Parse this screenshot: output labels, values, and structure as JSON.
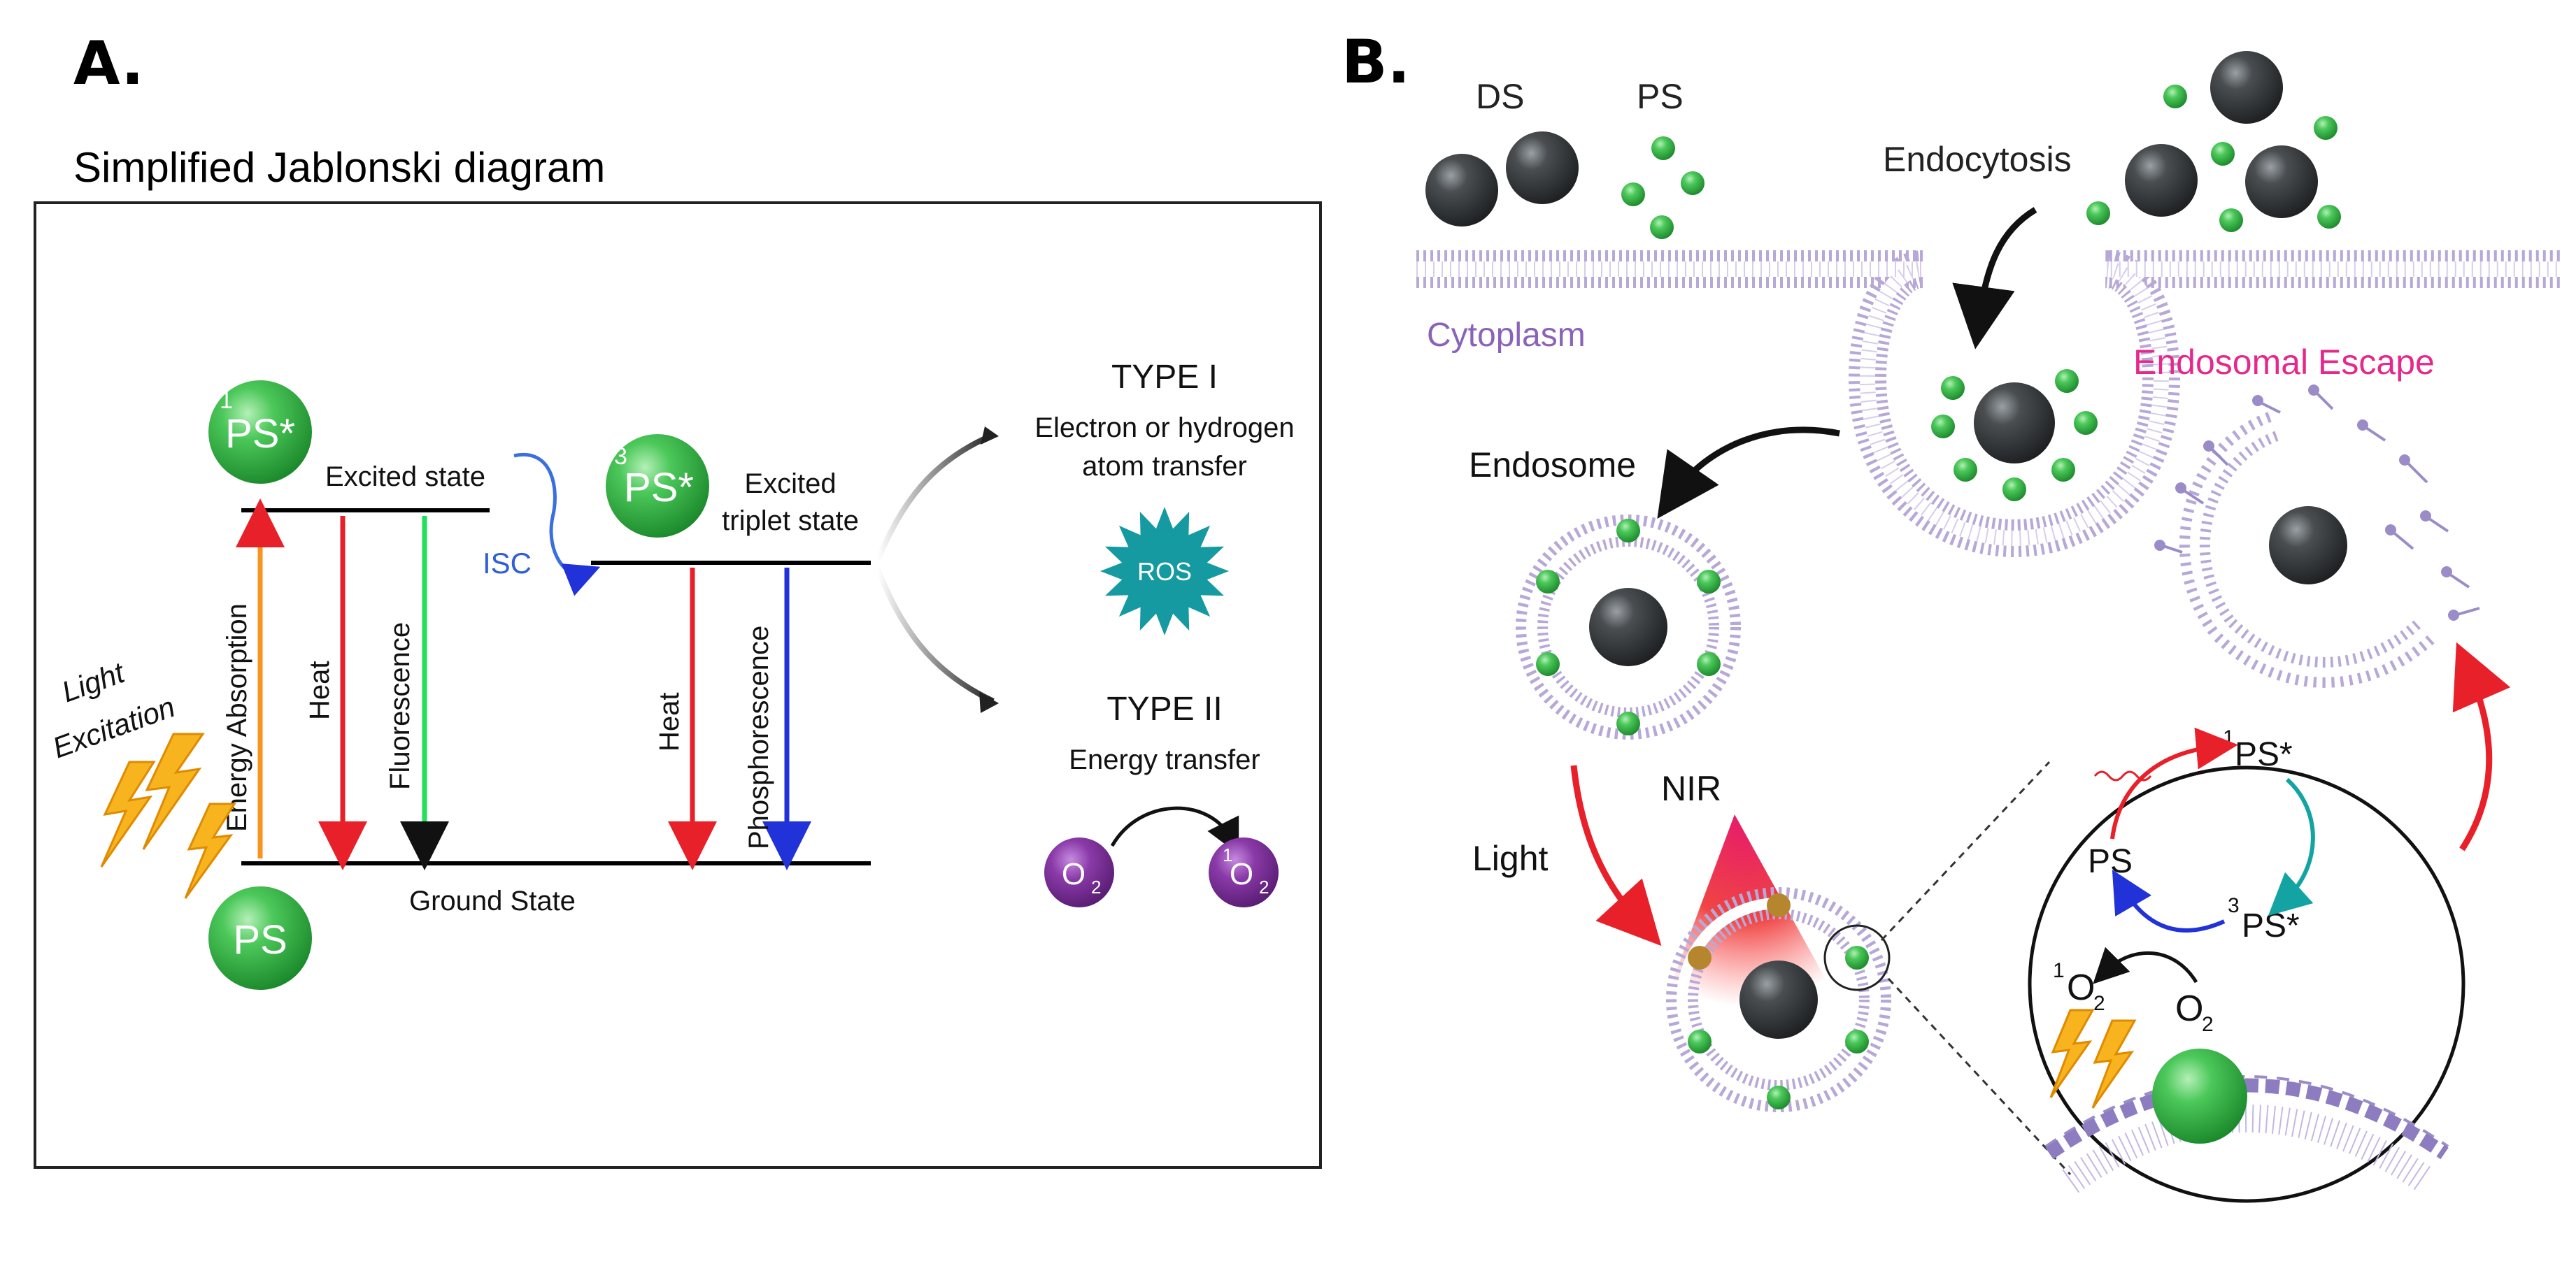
{
  "panel_a": {
    "label": "A.",
    "subtitle": "Simplified Jablonski diagram",
    "ps_singlet": "PS*",
    "ps_singlet_sup": "1",
    "ps_triplet": "PS*",
    "ps_triplet_sup": "3",
    "ps_ground": "PS",
    "excited_state": "Excited state",
    "excited_triplet_line1": "Excited",
    "excited_triplet_line2": "triplet state",
    "ground_state": "Ground State",
    "isc": "ISC",
    "energy_absorption": "Energy Absorption",
    "heat": "Heat",
    "fluorescence": "Fluorescence",
    "phosphorescence": "Phosphorescence",
    "light_line1": "Light",
    "light_line2": "Excitation",
    "type1_title": "TYPE I",
    "type1_desc_line1": "Electron or hydrogen",
    "type1_desc_line2": "atom transfer",
    "ros": "ROS",
    "type2_title": "TYPE II",
    "type2_desc": "Energy transfer",
    "o2": "O",
    "o2_sub": "2",
    "singlet_sup": "1"
  },
  "panel_b": {
    "label": "B.",
    "ds": "DS",
    "ps": "PS",
    "endocytosis": "Endocytosis",
    "cytoplasm": "Cytoplasm",
    "endosomal_escape": "Endosomal Escape",
    "endosome": "Endosome",
    "light": "Light",
    "nir": "NIR",
    "cycle_ps": "PS",
    "cycle_ps_singlet": "PS*",
    "cycle_ps_triplet": "PS*",
    "sup_1": "1",
    "sup_3": "3",
    "o2": "O",
    "o2_sub": "2"
  },
  "colors": {
    "green": "#3bb54a",
    "dark_sphere": "#3a3d3f",
    "membrane": "#b7a8d6",
    "membrane_dark": "#9585c2",
    "purple_text": "#8a63b8",
    "magenta_text": "#e6288c",
    "red_arrow": "#e8202a",
    "teal": "#14a3a3",
    "purple_o2": "#7b2e97",
    "orange": "#f7931e",
    "blue": "#2032d8",
    "fluor_green": "#22e05a"
  }
}
